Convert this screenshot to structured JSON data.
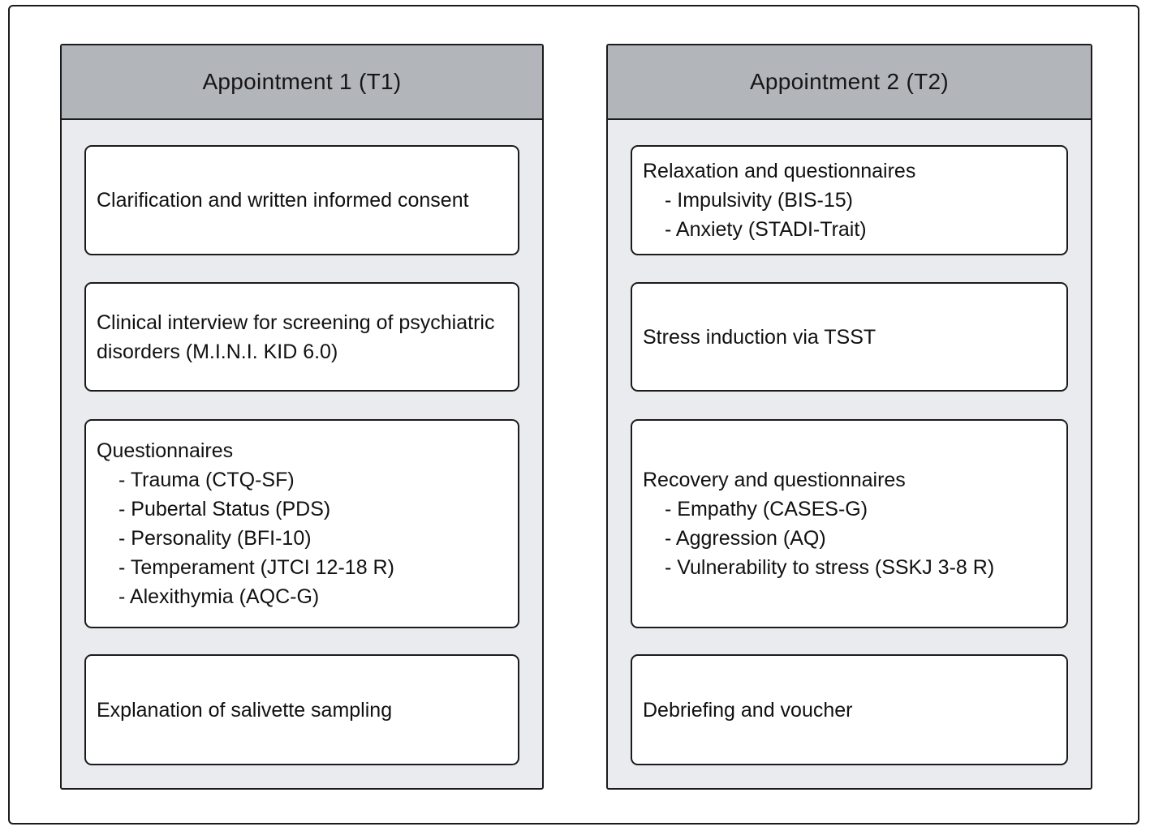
{
  "diagram": {
    "colors": {
      "header_bg": "#b2b5ba",
      "column_bg": "#e9ebee",
      "box_bg": "#ffffff",
      "border": "#1b1b1b"
    },
    "columns": [
      {
        "header": "Appointment 1 (T1)",
        "boxes": [
          {
            "title": "Clarification and written informed consent",
            "items": []
          },
          {
            "title": "Clinical interview for screening of psychiatric disorders (M.I.N.I. KID 6.0)",
            "items": []
          },
          {
            "title": "Questionnaires",
            "items": [
              "- Trauma (CTQ-SF)",
              "- Pubertal Status (PDS)",
              "- Personality (BFI-10)",
              "- Temperament (JTCI 12-18 R)",
              "- Alexithymia (AQC-G)"
            ]
          },
          {
            "title": "Explanation of salivette sampling",
            "items": []
          }
        ]
      },
      {
        "header": "Appointment 2 (T2)",
        "boxes": [
          {
            "title": "Relaxation and questionnaires",
            "items": [
              "- Impulsivity (BIS-15)",
              "- Anxiety (STADI-Trait)"
            ]
          },
          {
            "title": "Stress induction via TSST",
            "items": []
          },
          {
            "title": "Recovery and questionnaires",
            "items": [
              "- Empathy (CASES-G)",
              "- Aggression (AQ)",
              "- Vulnerability to stress (SSKJ 3-8 R)"
            ]
          },
          {
            "title": "Debriefing and voucher",
            "items": []
          }
        ]
      }
    ]
  }
}
